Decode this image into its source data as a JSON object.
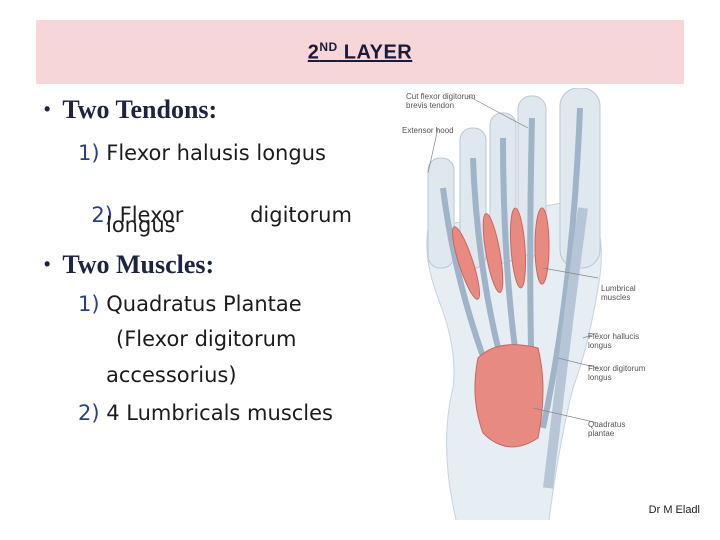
{
  "header": {
    "title_main": "2",
    "title_sup": "ND",
    "title_rest": " LAYER",
    "bg_color": "#f6d6d8"
  },
  "bullets": [
    {
      "label": "Two Tendons:",
      "items": [
        {
          "num": "1)",
          "lines": [
            "Flexor halusis longus"
          ]
        },
        {
          "num": "2)",
          "lines": [
            "Flexor          digitorum",
            "longus"
          ]
        }
      ]
    },
    {
      "label": "Two Muscles:",
      "items": [
        {
          "num": "1)",
          "lines": [
            "Quadratus Plantae",
            "(Flexor digitorum",
            "accessorius)"
          ]
        },
        {
          "num": "2)",
          "lines": [
            "4 Lumbricals muscles"
          ]
        }
      ]
    }
  ],
  "figure": {
    "callouts": {
      "cut_tendons": "Cut flexor digitorum\nbrevis tendon",
      "extensor_hood": "Extensor hood",
      "lumbrical": "Lumbrical\nmuscles",
      "fhl": "Flexor hallucis\nlongus",
      "fdl": "Flexor digitorum\nlongus",
      "quadratus": "Quadratus\nplantae"
    }
  },
  "footer": {
    "author": "Dr M Eladl"
  }
}
